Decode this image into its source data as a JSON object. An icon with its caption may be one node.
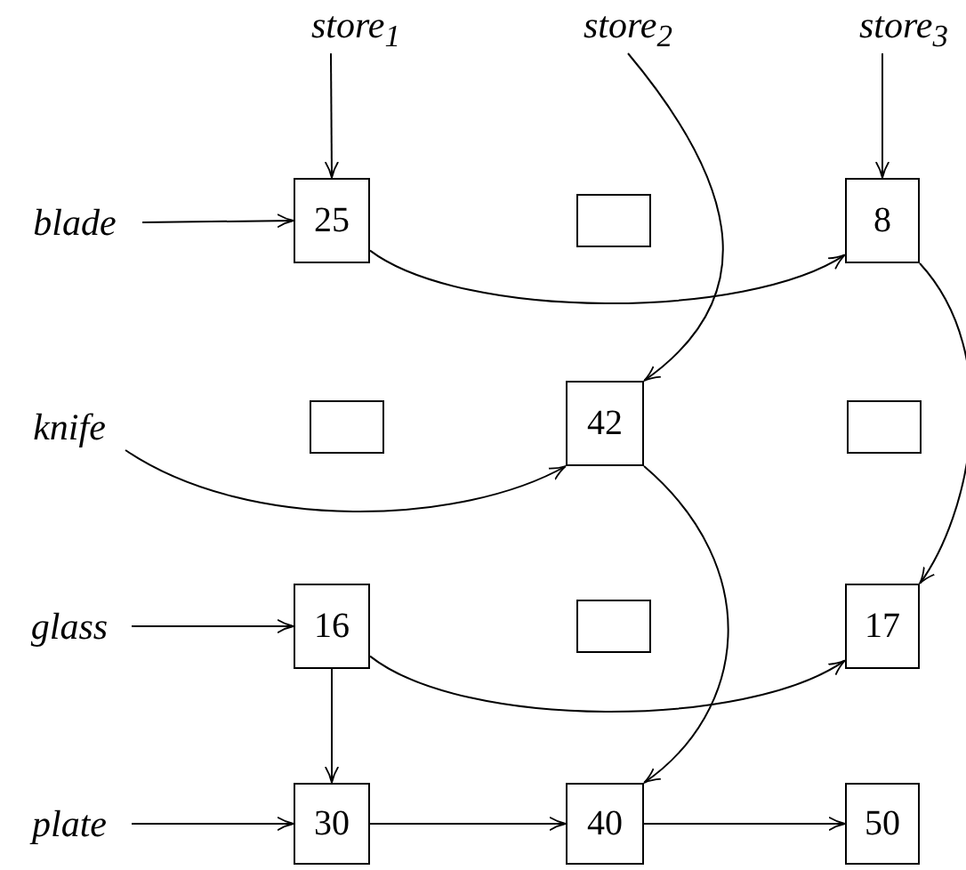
{
  "diagram": {
    "nodes": [
      {
        "text": [
          "store$_{1}$"
        ]
      },
      {
        "text": [
          "store$_{2}$"
        ]
      },
      {
        "text": [
          "store$_{3}$"
        ]
      },
      {
        "text": [
          "blade"
        ]
      },
      {
        "text": [
          "25"
        ]
      },
      {
        "text": [],
        "shape": "box"
      },
      {
        "text": [
          "8"
        ]
      },
      {
        "text": [
          "knife"
        ]
      },
      {
        "text": [],
        "shape": "box"
      },
      {
        "text": [
          "42"
        ]
      },
      {
        "text": [],
        "shape": "box"
      },
      {
        "text": [
          "glass"
        ]
      },
      {
        "text": [
          "16"
        ]
      },
      {
        "text": [],
        "shape": "box"
      },
      {
        "text": [
          "17"
        ]
      },
      {
        "text": [
          "plate"
        ]
      },
      {
        "text": [
          "30"
        ]
      },
      {
        "text": [
          "40"
        ]
      },
      {
        "text": [
          "50"
        ]
      }
    ],
    "edges": [
      {
        "from": 0,
        "to": 4,
        "arrow": "to"
      },
      {
        "from": 1,
        "to": 9,
        "arrow": "to"
      },
      {
        "from": 2,
        "to": 6,
        "arrow": "to"
      },
      {
        "from": 3,
        "to": 4,
        "arrow": "to"
      },
      {
        "from": 4,
        "to": 6,
        "arrow": "to"
      },
      {
        "from": 6,
        "to": 14,
        "arrow": "to"
      },
      {
        "from": 7,
        "to": 9,
        "arrow": "to"
      },
      {
        "from": 9,
        "to": 17,
        "arrow": "to"
      },
      {
        "from": 11,
        "to": 12,
        "arrow": "to"
      },
      {
        "from": 12,
        "to": 14,
        "arrow": "to"
      },
      {
        "from": 12,
        "to": 16,
        "arrow": "to"
      },
      {
        "from": 15,
        "to": 16,
        "arrow": "to"
      },
      {
        "from": 16,
        "to": 17,
        "arrow": "to"
      },
      {
        "from": 17,
        "to": 18,
        "arrow": "to"
      }
    ]
  }
}
